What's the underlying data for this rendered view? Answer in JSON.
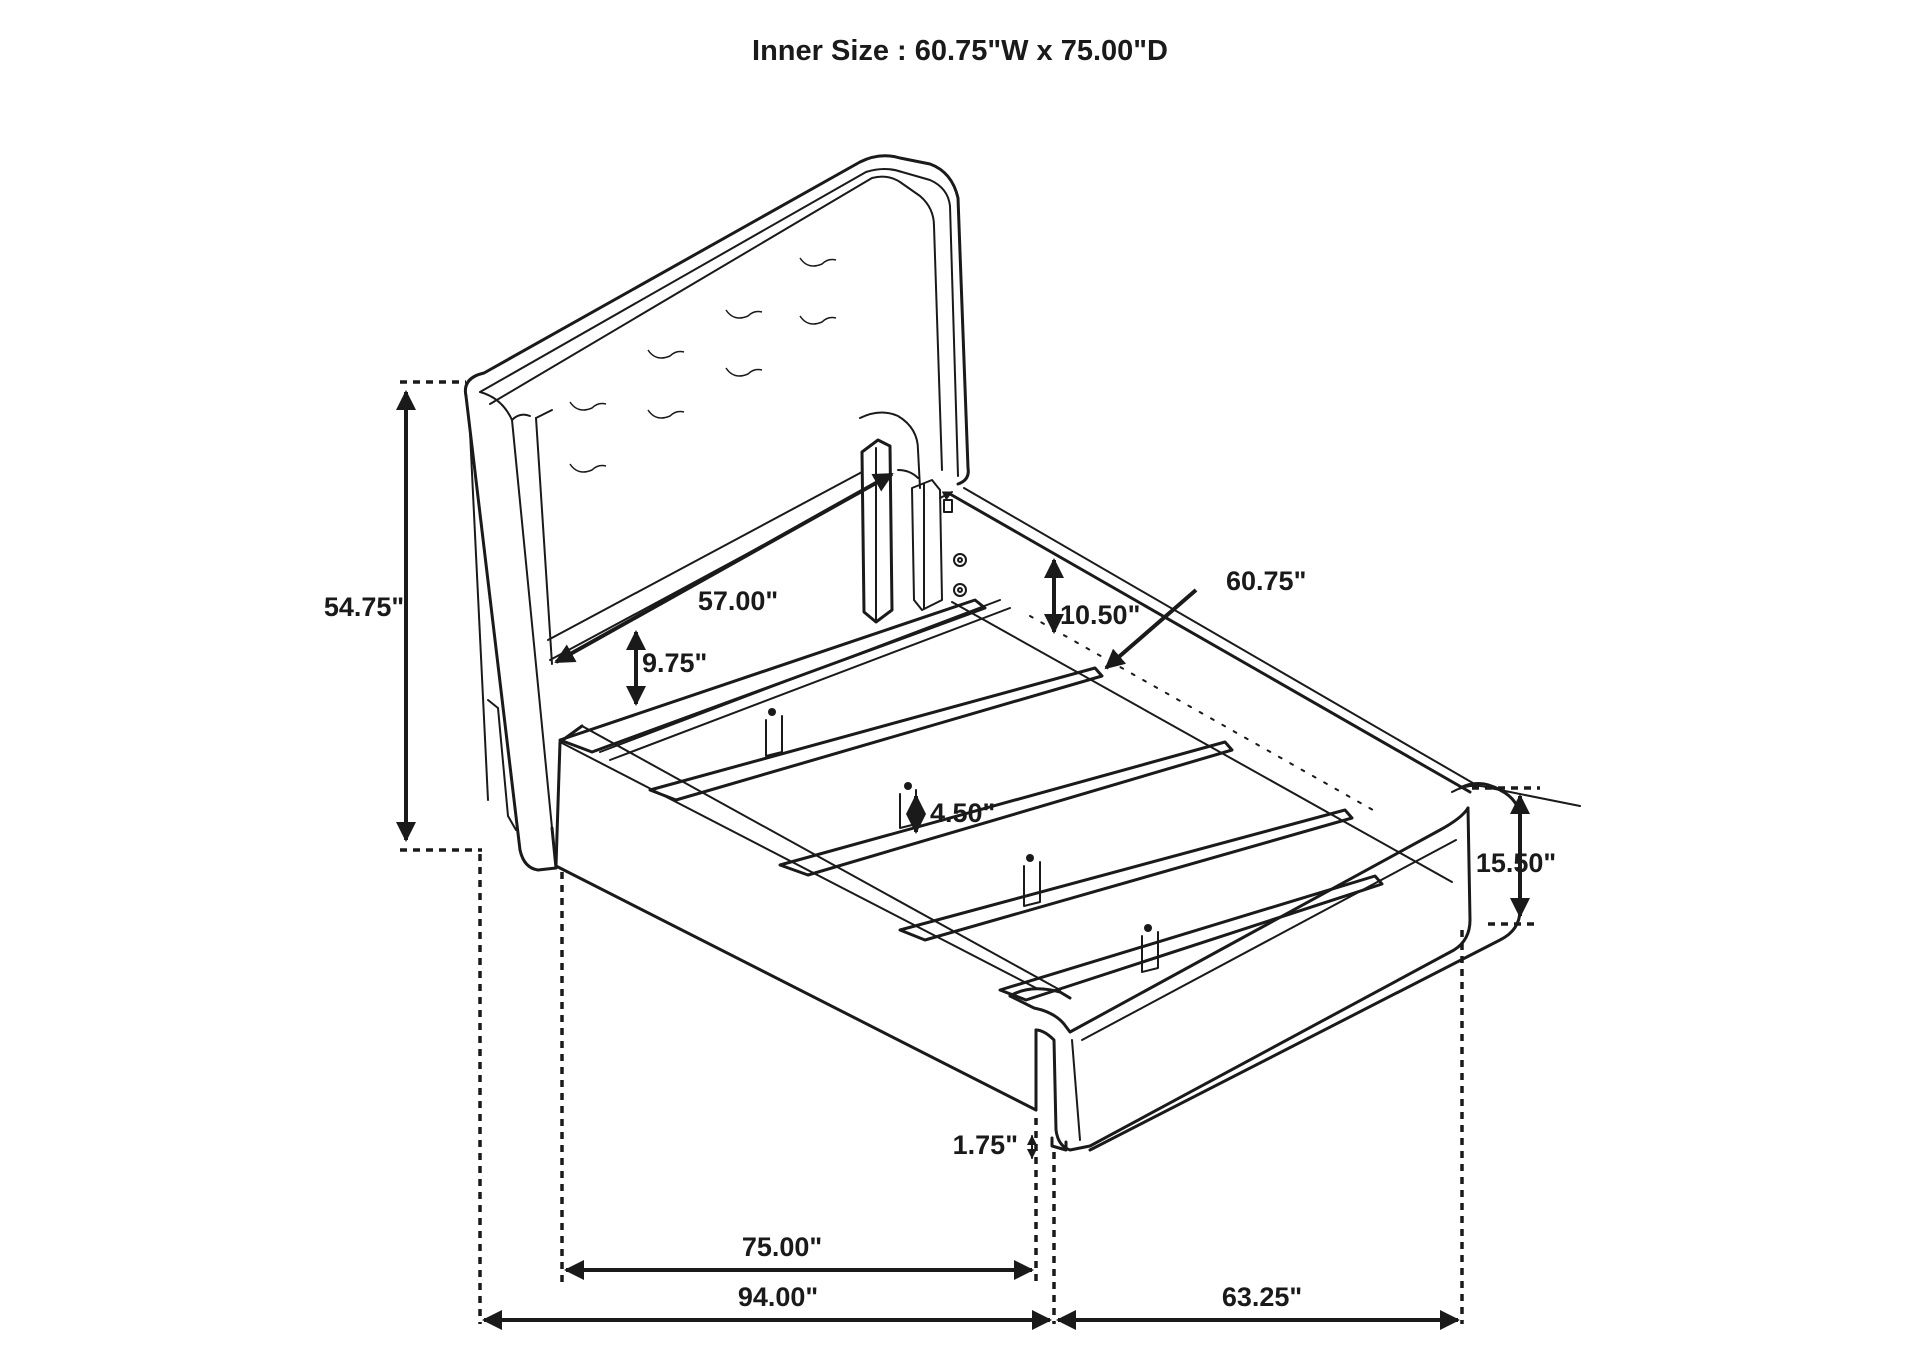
{
  "title": "Inner Size : 60.75\"W x 75.00\"D",
  "dimensions": {
    "total_height": "54.75\"",
    "headboard_rail_width": "57.00\"",
    "rail_height_left": "9.75\"",
    "rail_height_right": "10.50\"",
    "inner_width": "60.75\"",
    "slat_support_height": "4.50\"",
    "footboard_height": "15.50\"",
    "clearance": "1.75\"",
    "inner_length": "75.00\"",
    "overall_length": "94.00\"",
    "overall_width": "63.25\""
  }
}
